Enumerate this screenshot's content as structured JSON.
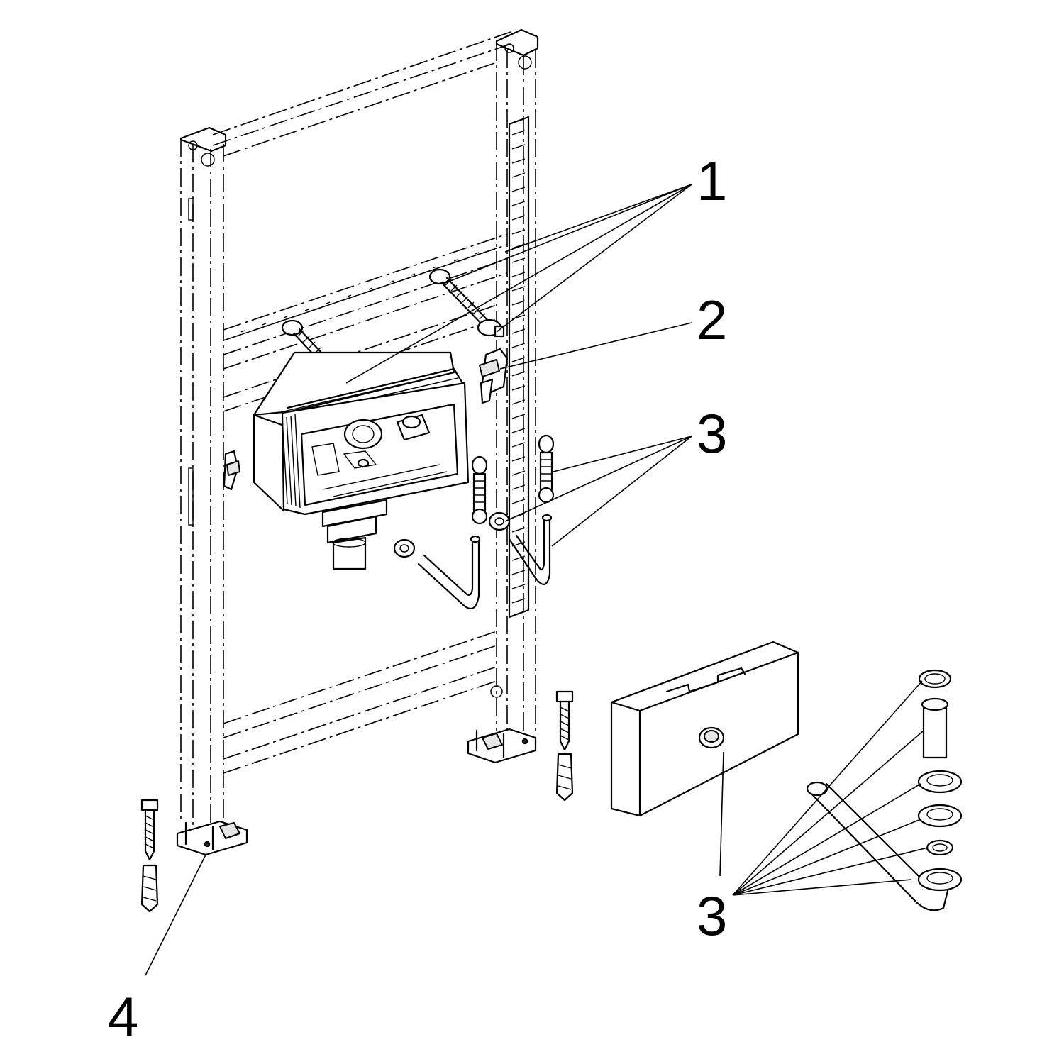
{
  "callouts": [
    {
      "id": "1",
      "label": "1"
    },
    {
      "id": "2",
      "label": "2"
    },
    {
      "id": "3a",
      "label": "3"
    },
    {
      "id": "3b",
      "label": "3"
    },
    {
      "id": "4",
      "label": "4"
    }
  ]
}
